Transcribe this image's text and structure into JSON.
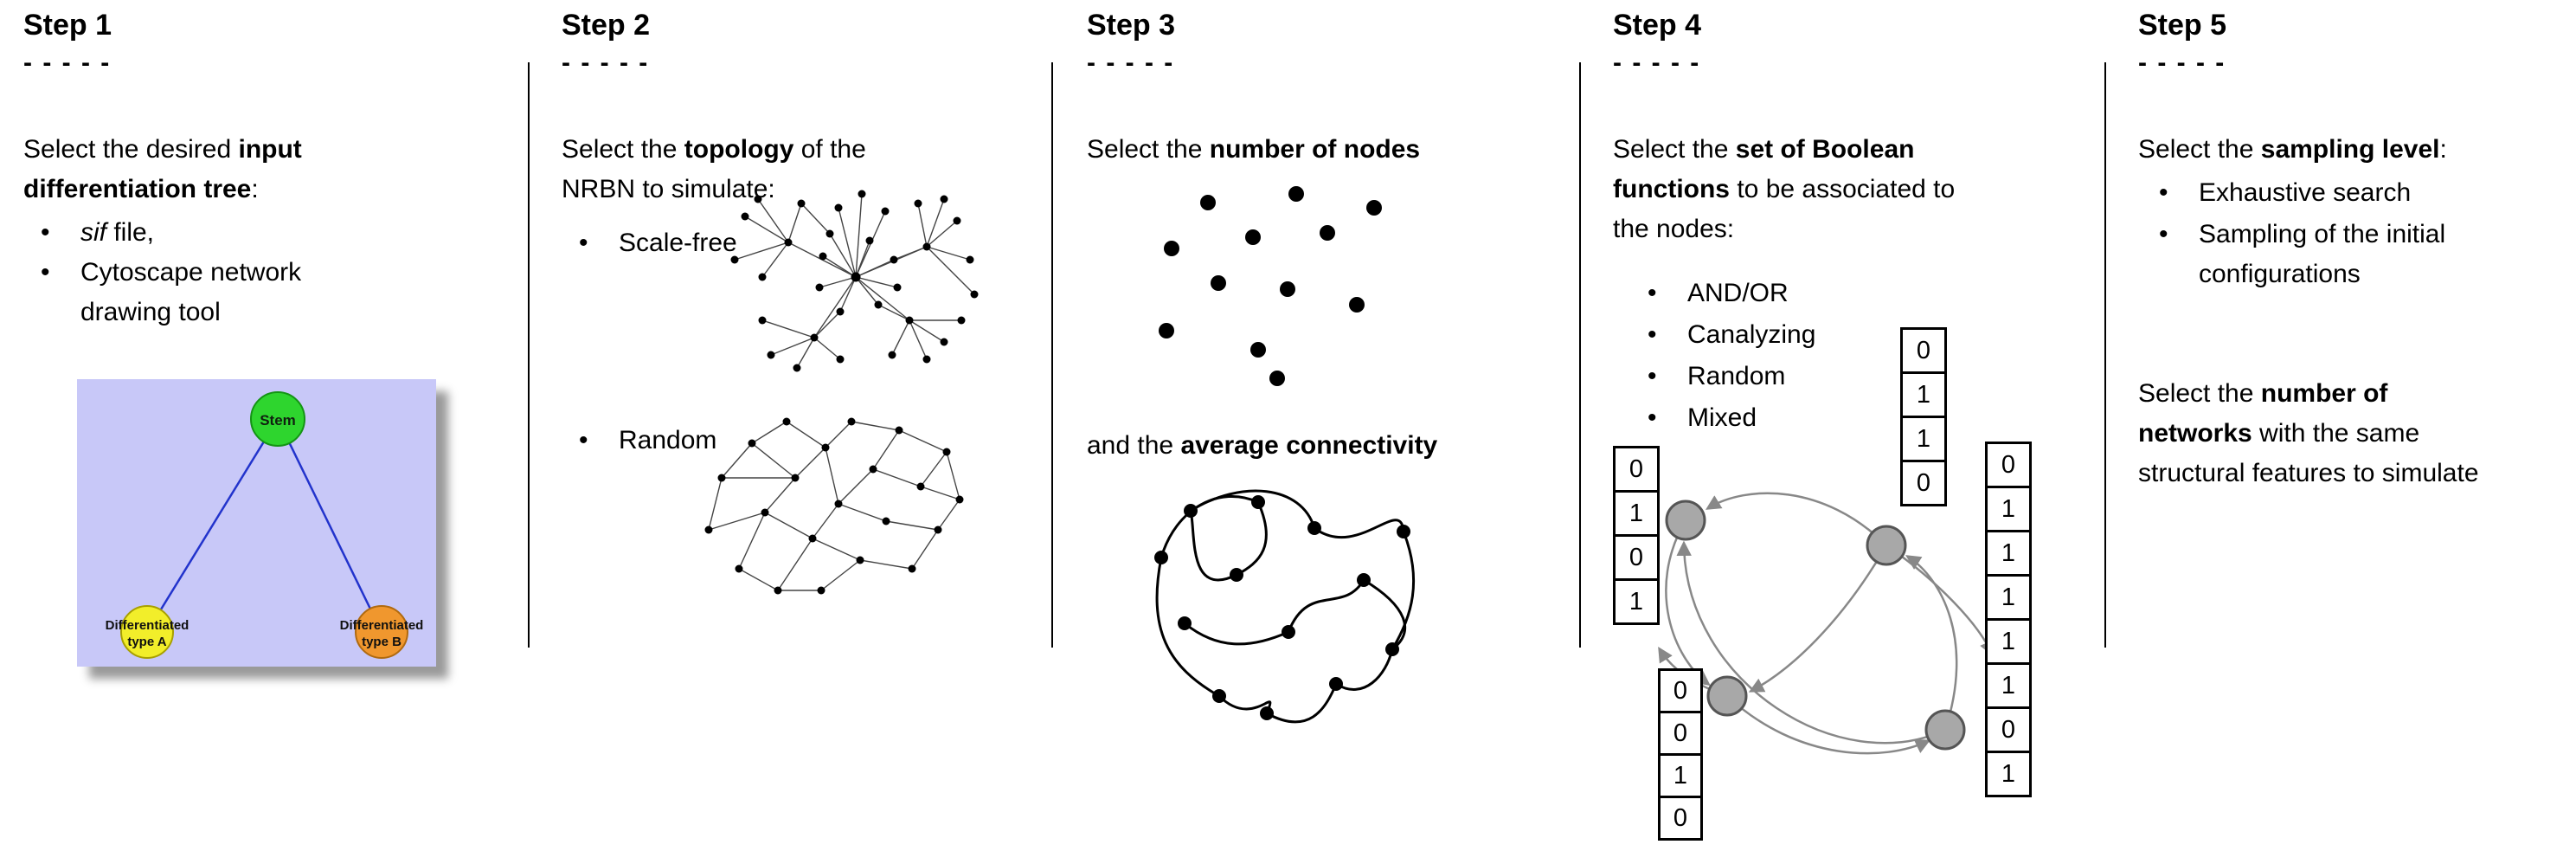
{
  "ui": {
    "bullet": "•",
    "dashes": "- - - - -"
  },
  "colors": {
    "tree_bg": "#c8c8f8",
    "stem_fill": "#2ed52e",
    "stem_stroke": "#149414",
    "type_a_fill": "#f2ee2a",
    "type_a_stroke": "#a8a000",
    "type_b_fill": "#f0972e",
    "type_b_stroke": "#b06a10",
    "edge_blue": "#2233cc",
    "node_gray_fill": "#a8a8a8",
    "node_gray_stroke": "#555555",
    "arrow_gray": "#888888"
  },
  "step1": {
    "title": "Step 1",
    "l1_pre": "Select the desired ",
    "l1_bold": "input",
    "l2_bold": "differentiation tree",
    "l2_post": ":",
    "b1_italic": "sif",
    "b1_rest": " file,",
    "b2_l1": "Cytoscape network",
    "b2_l2": "drawing tool",
    "tree": {
      "stem": "Stem",
      "type_a_l1": "Differentiated",
      "type_a_l2": "type A",
      "type_b_l1": "Differentiated",
      "type_b_l2": "type B"
    }
  },
  "step2": {
    "title": "Step 2",
    "l1_pre": "Select the ",
    "l1_bold": "topology",
    "l1_post": " of the",
    "l2": "NRBN to simulate:",
    "b1": "Scale-free",
    "b2": "Random"
  },
  "step3": {
    "title": "Step 3",
    "l1_pre": "Select the ",
    "l1_bold": "number of nodes",
    "l2_pre": "and the ",
    "l2_bold": "average connectivity"
  },
  "step4": {
    "title": "Step 4",
    "l1_pre": "Select the ",
    "l1_bold": "set of Boolean",
    "l2_bold": "functions",
    "l2_post": " to be associated to",
    "l3": "the nodes:",
    "bullets": [
      "AND/OR",
      "Canalyzing",
      "Random",
      "Mixed"
    ],
    "tables": {
      "left": [
        "0",
        "1",
        "0",
        "1"
      ],
      "top": [
        "0",
        "1",
        "1",
        "0"
      ],
      "right": [
        "0",
        "1",
        "1",
        "1",
        "1",
        "1",
        "0",
        "1"
      ],
      "bottom": [
        "0",
        "0",
        "1",
        "0"
      ]
    }
  },
  "step5": {
    "title": "Step 5",
    "l1_pre": "Select the ",
    "l1_bold": "sampling level",
    "l1_post": ":",
    "b1": "Exhaustive search",
    "b2_l1": "Sampling of the initial",
    "b2_l2": "configurations",
    "p2_l1_pre": "Select the ",
    "p2_l1_bold": "number of",
    "p2_l2_bold": "networks",
    "p2_l2_post": " with the same",
    "p2_l3": "structural features to simulate"
  }
}
